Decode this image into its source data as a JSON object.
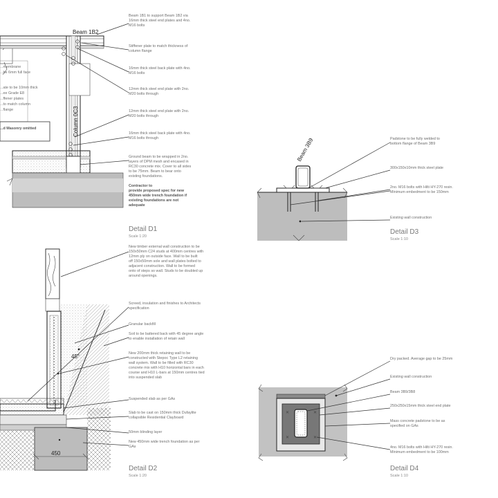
{
  "labels": {
    "beam_1b2": "Beam 1B2",
    "column_0c3": "Column 0C3",
    "beam_3b9": "Beam 3B9",
    "angle_45": "45°",
    "dim_450": "450"
  },
  "detail_d1": {
    "notes": [
      [
        "Beam 1B1 to support Beam 1B2 via",
        "16mm thick steel end plates and 4no.",
        "M16 bolts"
      ],
      [
        "Stiffener plate to match thickness of",
        "column flange"
      ],
      [
        "16mm thick steel back plate with 4no.",
        "M16 bolts"
      ],
      [
        "12mm thick steel end plate with 2no.",
        "M20 bolts through"
      ],
      [
        "12mm thick steel end plate with 2no.",
        "M20 bolts through"
      ],
      [
        "16mm thick steel back plate with 4no.",
        "M16 bolts through"
      ],
      [
        "Ground beam to be wrapped in 2no.",
        "layers of DPM mesh and encased in",
        "RC30 concrete mix. Cover to all sides",
        "to be 75mm. Beam to bear onto",
        "existing foundations."
      ]
    ],
    "bold_note": [
      "Contractor to",
      "provide proposed spec for new",
      "450mm wide trench foundation if",
      "existing foundations are not",
      "adequate"
    ],
    "left_notes": [
      "...membrane",
      "...be 6mm full face",
      "...ate to be 10mm thick",
      "...ee Grade E8",
      "...ffener plates",
      "...to match column",
      "...flange"
    ],
    "masonry_label": "...d Masonry omitted",
    "title": "Detail D1",
    "scale": "Scale 1:20"
  },
  "detail_d2": {
    "notes": [
      [
        "New timber external wall construction to be",
        "150x50mm C24 studs at 400mm centres with",
        "12mm ply on outside face. Wall to be built",
        "off 150x50mm sole and wall plates bolted to",
        "adjacent construction. Wall to be formed",
        "onto of steps so wall. Studs to be doubled up",
        "around openings."
      ],
      [
        "Screed, insulation and finishes to Architects",
        "specification"
      ],
      [
        "Granular backfill"
      ],
      [
        "Soil to be battered back with 45 degree angle",
        "to enable installation of retain wall"
      ],
      [
        "New 200mm thick retaining wall to be",
        "constructed with Stepoc Type L2 retaining",
        "wall system. Wall to be filled with RC30",
        "concrete mix with H10 horizontal bars in each",
        "course and H10 L-bars at 150mm centres tied",
        "into suspended slab"
      ],
      [
        "Suspended slab as per GAs"
      ],
      [
        "Slab to be cast on 150mm thick Dufaylite",
        "collapsible Residential Clayboard"
      ],
      [
        "50mm blinding layer"
      ],
      [
        "New 450mm wide trench foundation as per",
        "GAs"
      ]
    ],
    "title": "Detail D2",
    "scale": "Scale 1:20"
  },
  "detail_d3": {
    "notes": [
      [
        "Padstone to be fully welded to",
        "bottom flange of Beam 3B9"
      ],
      [
        "300x150x10mm thick steel plate"
      ],
      [
        "2no. M16 bolts with Hilti HY-270 resin.",
        "Minimum embedment to be 150mm"
      ],
      [
        "Existing wall construction"
      ]
    ],
    "title": "Detail D3",
    "scale": "Scale 1:10"
  },
  "detail_d4": {
    "notes": [
      [
        "Dry packed. Average gap to be 25mm"
      ],
      [
        "Existing wall construction"
      ],
      [
        "Beam 3B9/3B8"
      ],
      [
        "250x250x15mm thick steel end plate"
      ],
      [
        "Mass concrete padstone to be as",
        "specified on GAs"
      ],
      [
        "4no. M16 bolts with Hilti HY-270 resin.",
        "Minimum embedment to be 100mm"
      ]
    ],
    "title": "Detail D4",
    "scale": "Scale 1:10"
  }
}
